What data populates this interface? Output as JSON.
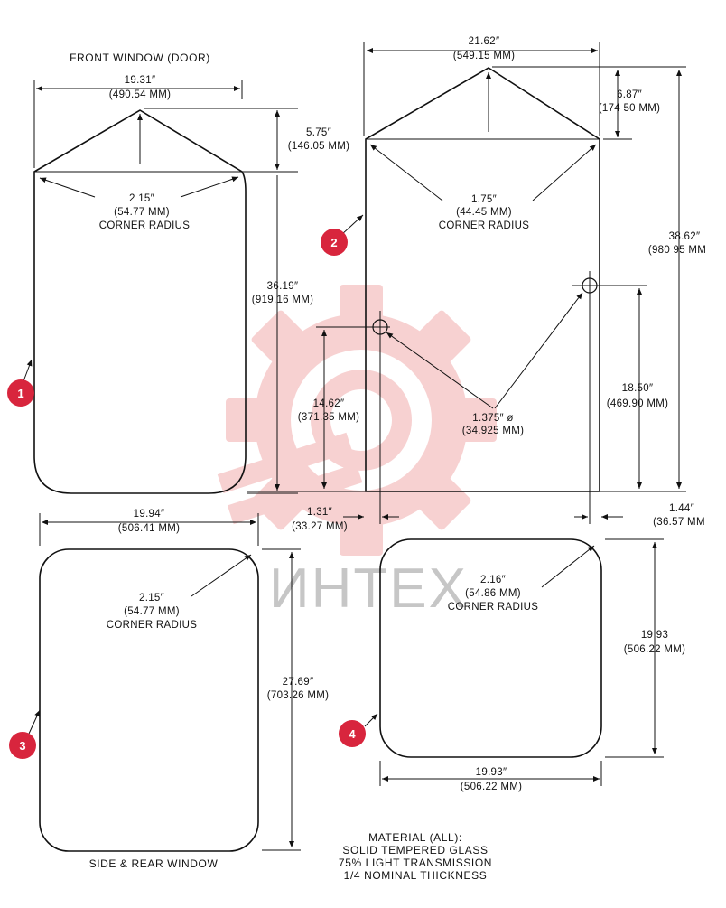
{
  "colors": {
    "line": "#111111",
    "badge": "#d8253d",
    "watermark_gear": "#f6caca",
    "watermark_text": "#c4c4c4"
  },
  "watermark": {
    "text": "ИНТЕХ"
  },
  "captions": {
    "front_title": "FRONT WINDOW (DOOR)",
    "side_title": "SIDE & REAR WINDOW",
    "material": [
      "MATERIAL (ALL):",
      "SOLID TEMPERED GLASS",
      "75% LIGHT TRANSMISSION",
      "1/4 NOMINAL THICKNESS"
    ]
  },
  "badges": [
    "1",
    "2",
    "3",
    "4"
  ],
  "dims": {
    "w1_width": [
      "19.31″",
      "(490.54 MM)"
    ],
    "w1_peak": [
      "5.75″",
      "(146.05 MM)"
    ],
    "w1_radius": [
      "2 15″",
      "(54.77 MM)",
      "CORNER RADIUS"
    ],
    "w1_height": [
      "36.19″",
      "(919.16 MM)"
    ],
    "w2_width": [
      "21.62″",
      "(549.15 MM)"
    ],
    "w2_peak": [
      "6.87″",
      "(174 50 MM)"
    ],
    "w2_radius": [
      "1.75″",
      "(44.45 MM)",
      "CORNER RADIUS"
    ],
    "w2_height": [
      "38.62″",
      "(980 95 MM"
    ],
    "w2_hole_left_h": [
      "14.62″",
      "(371.35 MM)"
    ],
    "w2_hole_right_h": [
      "18.50″",
      "(469.90 MM)"
    ],
    "w2_hole_dia": [
      "1.375″ ø",
      "(34.925 MM)"
    ],
    "w2_hole_left_off": [
      "1.31″",
      "(33.27 MM)"
    ],
    "w2_hole_right_off": [
      "1.44″",
      "(36.57 MM"
    ],
    "w3_width": [
      "19.94″",
      "(506.41 MM)"
    ],
    "w3_radius": [
      "2.15″",
      "(54.77 MM)",
      "CORNER RADIUS"
    ],
    "w3_height": [
      "27.69″",
      "(703.26 MM)"
    ],
    "w4_radius": [
      "2.16″",
      "(54.86 MM)",
      "CORNER RADIUS"
    ],
    "w4_height": [
      "19 93",
      "(506.22 MM)"
    ],
    "w4_width": [
      "19.93″",
      "(506.22 MM)"
    ]
  }
}
